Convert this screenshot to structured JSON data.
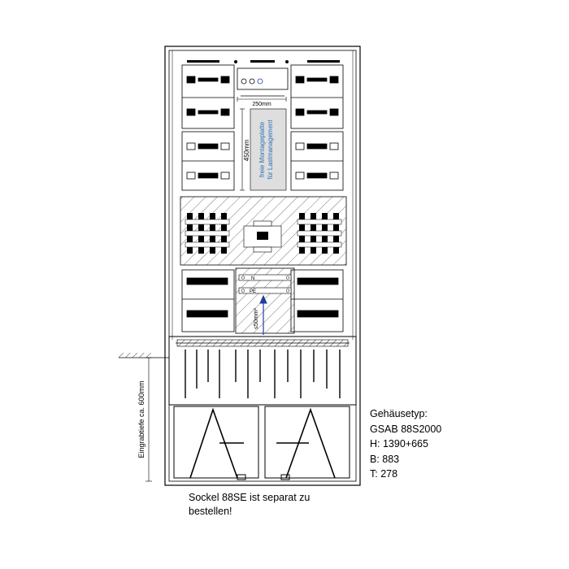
{
  "dimensions": {
    "width_label": "250mm",
    "height_label": "450mm",
    "cable_label": "≤50mm²",
    "depth_label": "Eingrabtiefe ca. 600mm"
  },
  "mounting_area": {
    "line1": "freie Montageplatte",
    "line2": "für Lastmanagement"
  },
  "busbar_labels": {
    "neutral": "N",
    "pe": "PE"
  },
  "spec": {
    "type_label": "Gehäusetyp:",
    "model": "GSAB 88S2000",
    "height": "H: 1390+665",
    "width": "B: 883",
    "depth": "T: 278"
  },
  "note": {
    "line1": "Sockel 88SE ist separat zu",
    "line2": "bestellen!"
  },
  "colors": {
    "line": "#000000",
    "mounting_fill": "#dedede",
    "mounting_text": "#2a6fb5",
    "arrow": "#1f3f9a",
    "hatch": "#555555"
  }
}
